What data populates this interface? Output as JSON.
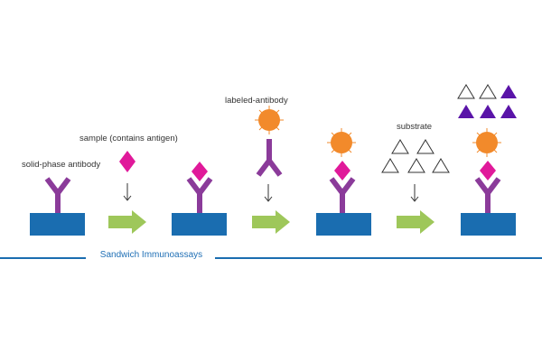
{
  "labels": {
    "solid_phase_antibody": "solid-phase antibody",
    "sample": "sample (contains antigen)",
    "labeled_antibody": "labeled-antibody",
    "substrate": "substrate"
  },
  "caption": "Sandwich Immunoassays",
  "colors": {
    "solid_phase": "#1a6db0",
    "antibody": "#8b3b9a",
    "antigen": "#e0199a",
    "label": "#f28a2b",
    "arrow": "#9ec75a",
    "product": "#5a14a8",
    "divider": "#1a6db0"
  },
  "icons": [
    "antibody-icon",
    "antigen-diamond-icon",
    "enzyme-label-icon",
    "substrate-triangle-icon",
    "product-triangle-icon",
    "down-arrow-icon",
    "right-arrow-icon"
  ]
}
